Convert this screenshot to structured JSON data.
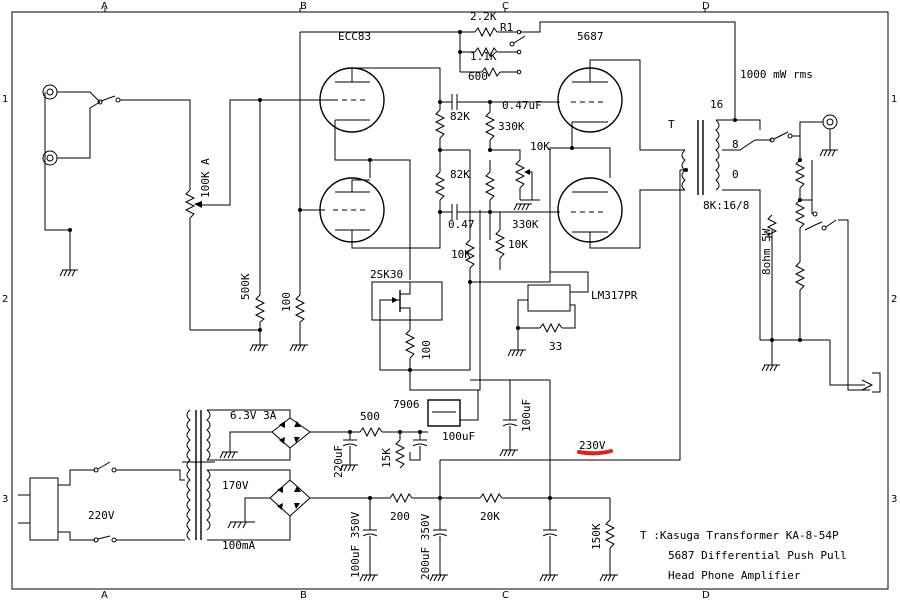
{
  "grid": {
    "columns": [
      "A",
      "B",
      "C",
      "D"
    ],
    "rows": [
      "1",
      "2",
      "3"
    ]
  },
  "tubes": {
    "input": "ECC83",
    "output": "5687"
  },
  "output_power": "1000 mW rms",
  "transformer": {
    "tag": "T",
    "tap_16": "16",
    "tap_8": "8",
    "tap_0": "0",
    "ratio": "8K:16/8"
  },
  "feedback_network": {
    "r_2k2": "2.2K",
    "r1_tag": "R1",
    "r_1k1": "1.1K",
    "r_600": "600"
  },
  "components": {
    "c_coupling_top": "0.47uF",
    "c_coupling_bottom": "0.47",
    "r_82k_top": "82K",
    "r_82k_bottom": "82K",
    "r_330k_top": "330K",
    "r_330k_bottom": "330K",
    "r_10k_top": "10K",
    "r_10k_bottom": "10K",
    "r_10k_tail": "10K",
    "pot_volume": "100K A",
    "r_500k": "500K",
    "r_100_grid": "100",
    "fet": "2SK30",
    "r_100_source": "100",
    "reg_ic": "LM317PR",
    "r_33": "33",
    "r_8ohm": "8ohm 5W",
    "reg_7906": "7906",
    "c_100uf_reg": "100uF",
    "c_100uf_right": "100uF",
    "r_500": "500",
    "c_220uf": "220uF",
    "r_15k": "15K",
    "v_230": "230V",
    "v_6v3": "6.3V 3A",
    "v_170": "170V",
    "i_100ma": "100mA",
    "v_mains": "220V",
    "r_200": "200",
    "r_20k": "20K",
    "r_150k": "150K",
    "c_100uf_350": "100uF 350V",
    "c_200uf_350": "200uF 350V"
  },
  "notes": {
    "line1": "T :Kasuga Transformer KA-8-54P",
    "line2": "5687 Differential Push Pull",
    "line3": "Head Phone Amplifier"
  },
  "highlight_color": "#e0201a"
}
